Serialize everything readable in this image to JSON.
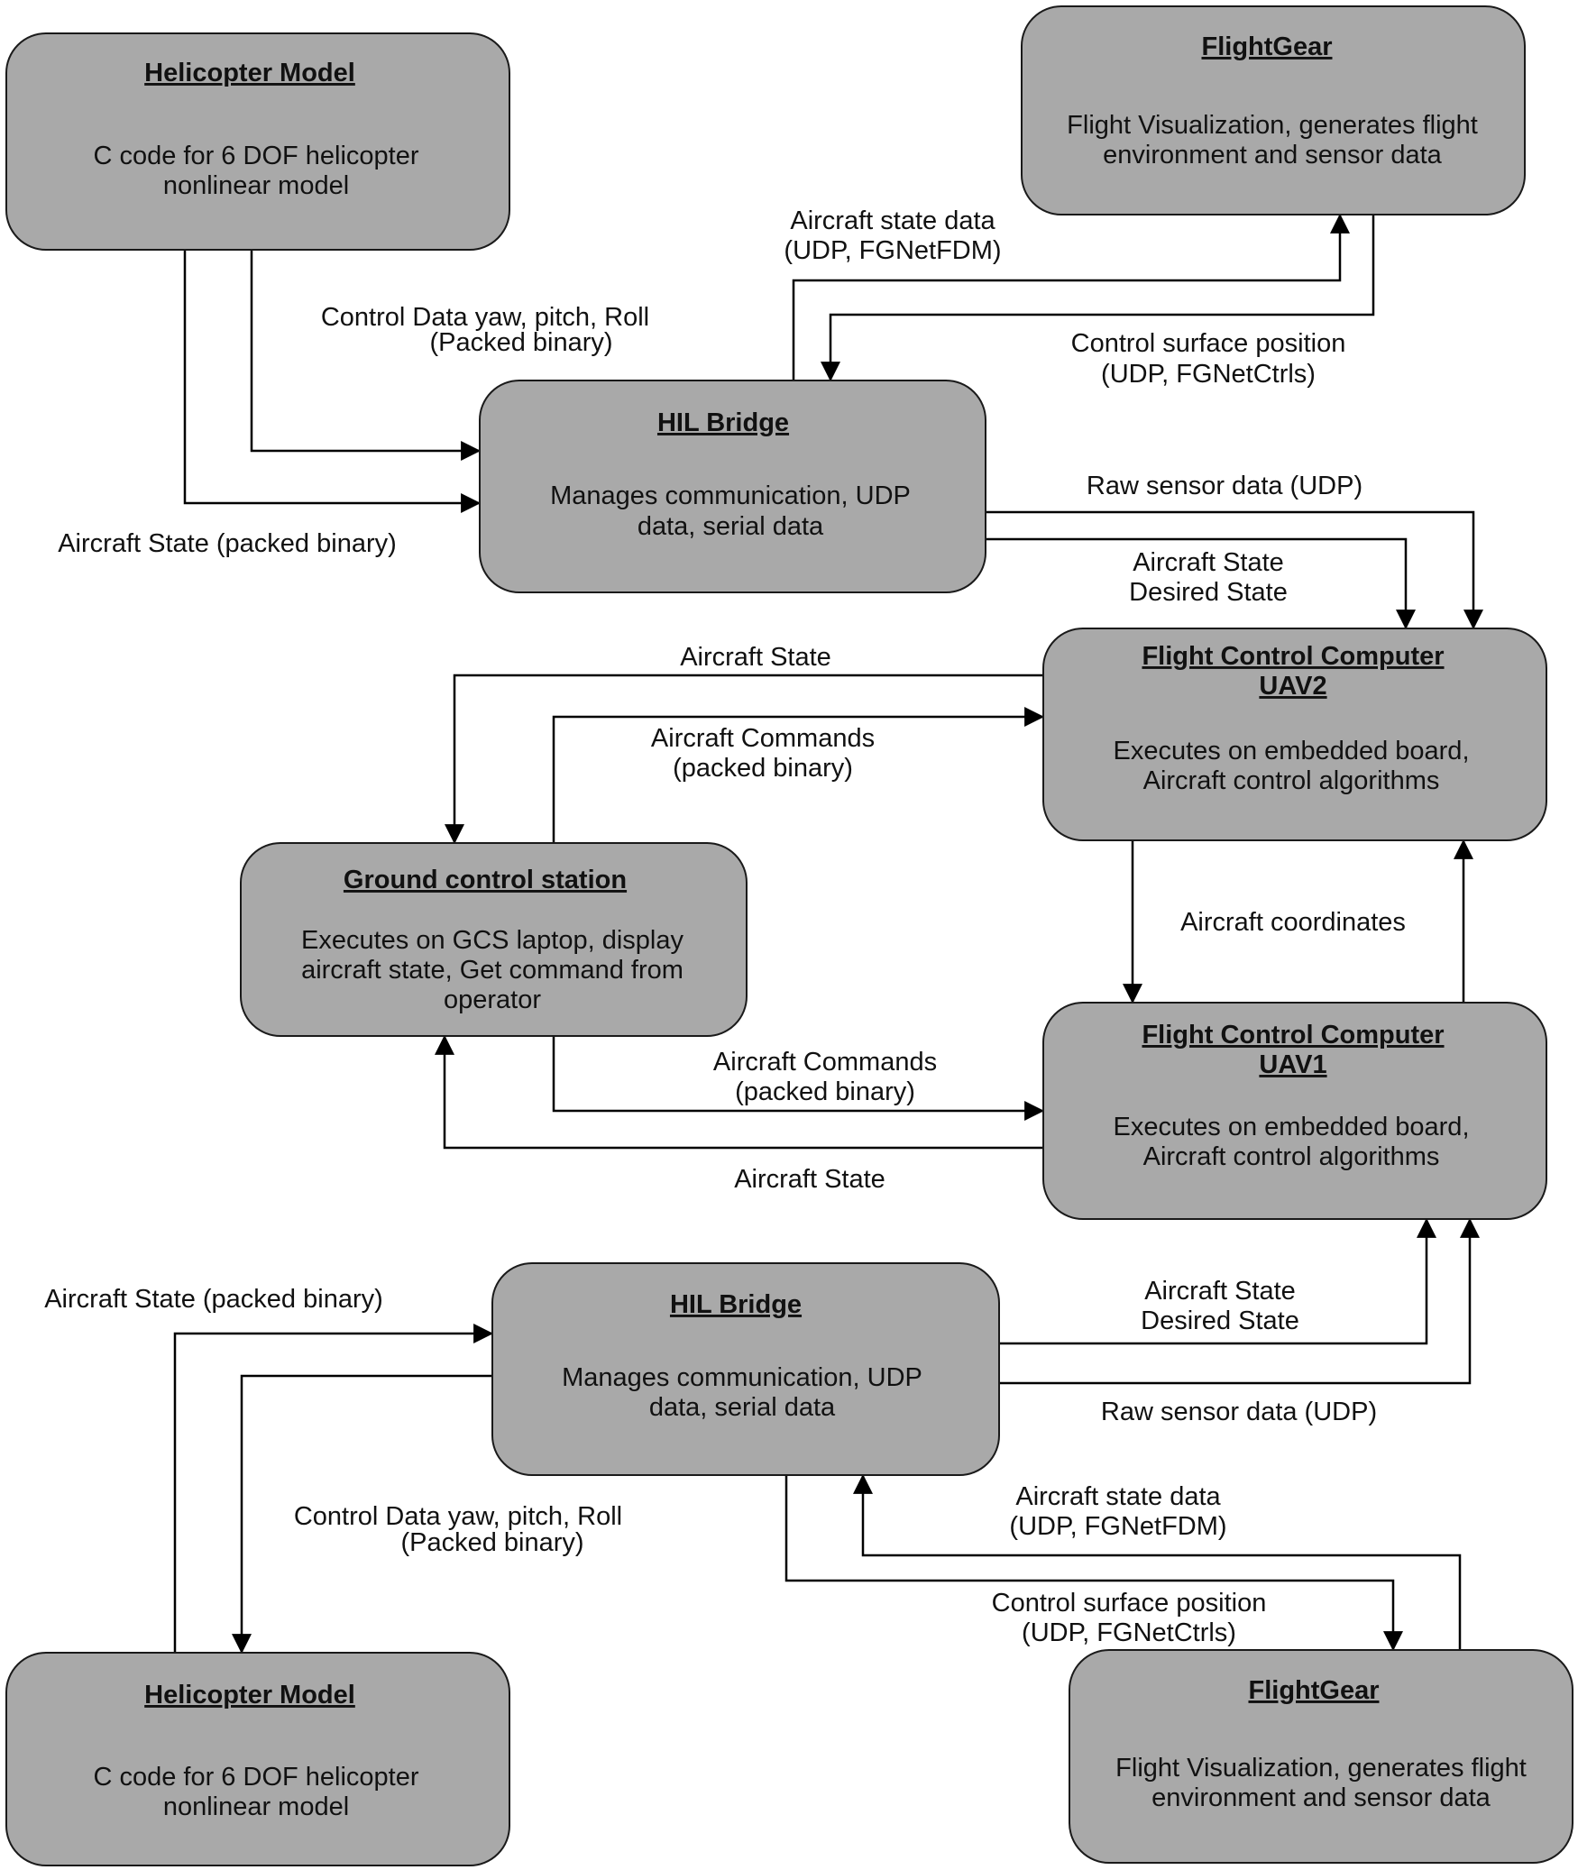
{
  "boxes": {
    "heli_top": {
      "title": "Helicopter Model",
      "lines": [
        "C code for 6 DOF helicopter",
        "nonlinear model"
      ]
    },
    "fg_top": {
      "title": "FlightGear",
      "lines": [
        "Flight Visualization, generates flight",
        "environment and sensor data"
      ]
    },
    "hil_top": {
      "title": "HIL Bridge",
      "lines": [
        "Manages communication, UDP",
        "data, serial data"
      ]
    },
    "fcc_uav2": {
      "title": [
        "Flight Control Computer",
        "UAV2"
      ],
      "lines": [
        "Executes on embedded board,",
        "Aircraft control algorithms"
      ]
    },
    "gcs": {
      "title": "Ground control station",
      "lines": [
        "Executes on GCS laptop, display",
        "aircraft state, Get command from",
        "operator"
      ]
    },
    "fcc_uav1": {
      "title": [
        "Flight Control Computer",
        "UAV1"
      ],
      "lines": [
        "Executes on embedded board,",
        "Aircraft control algorithms"
      ]
    },
    "hil_bottom": {
      "title": "HIL Bridge",
      "lines": [
        "Manages communication, UDP",
        "data, serial data"
      ]
    },
    "heli_bottom": {
      "title": "Helicopter Model",
      "lines": [
        "C code for 6 DOF helicopter",
        "nonlinear model"
      ]
    },
    "fg_bottom": {
      "title": "FlightGear",
      "lines": [
        "Flight Visualization, generates flight",
        "environment and sensor data"
      ]
    }
  },
  "labels": {
    "top_ac_state_data": [
      "Aircraft state data",
      "(UDP, FGNetFDM)"
    ],
    "top_control_data": [
      "Control Data yaw, pitch, Roll",
      "(Packed binary)"
    ],
    "top_control_surface": [
      "Control surface position",
      "(UDP, FGNetCtrls)"
    ],
    "top_ac_state_packed": [
      "Aircraft State (packed binary)"
    ],
    "top_raw_sensor": [
      "Raw sensor data (UDP)"
    ],
    "top_state_desired": [
      "Aircraft State",
      "Desired State"
    ],
    "gcs_ac_state_top": [
      "Aircraft State"
    ],
    "gcs_commands_top": [
      "Aircraft Commands",
      "(packed binary)"
    ],
    "ac_coordinates": [
      "Aircraft coordinates"
    ],
    "gcs_commands_bottom": [
      "Aircraft Commands",
      "(packed binary)"
    ],
    "gcs_ac_state_bottom": [
      "Aircraft State"
    ],
    "bot_ac_state_packed": [
      "Aircraft State (packed binary)"
    ],
    "bot_state_desired": [
      "Aircraft State",
      "Desired State"
    ],
    "bot_raw_sensor": [
      "Raw sensor data (UDP)"
    ],
    "bot_control_data": [
      "Control Data yaw, pitch, Roll",
      "(Packed binary)"
    ],
    "bot_ac_state_data": [
      "Aircraft state data",
      "(UDP, FGNetFDM)"
    ],
    "bot_control_surface": [
      "Control surface position",
      "(UDP, FGNetCtrls)"
    ]
  }
}
